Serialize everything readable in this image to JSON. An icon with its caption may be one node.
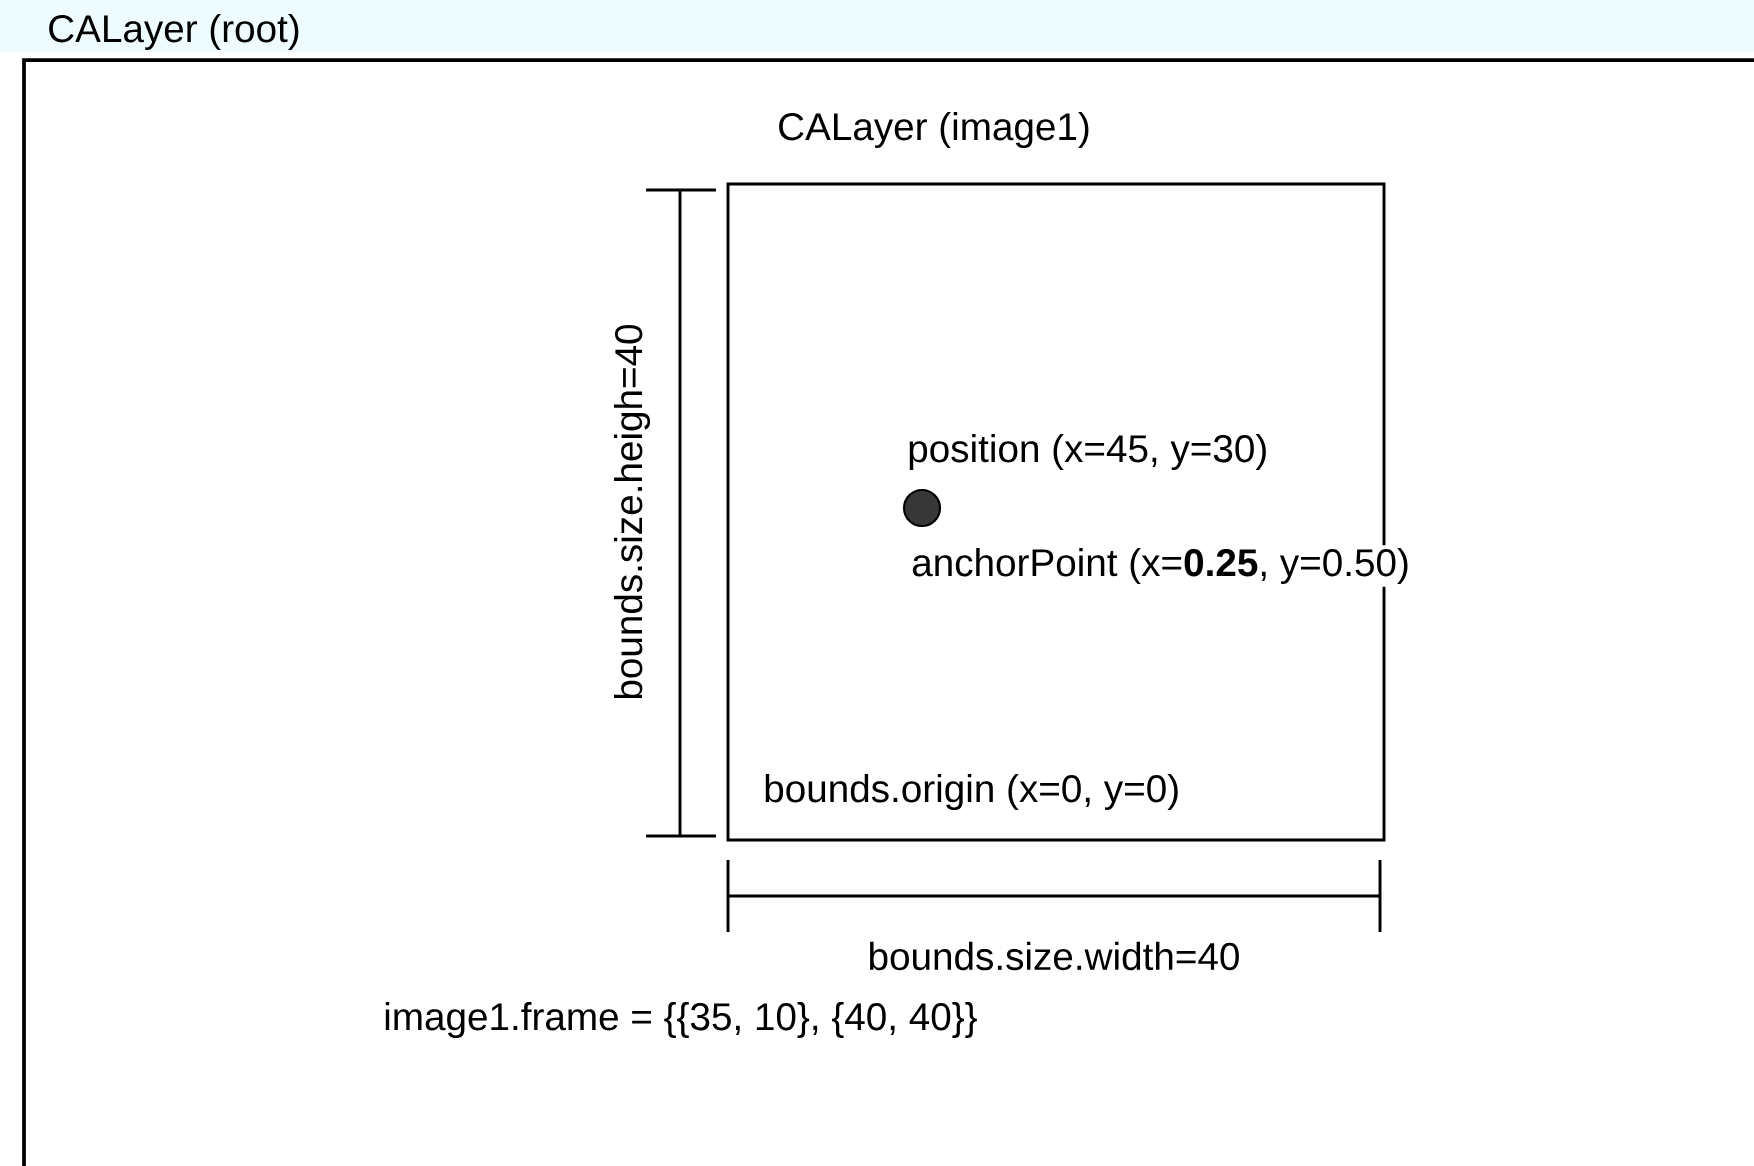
{
  "diagram": {
    "nodes": [
      {
        "text": [
          "CALayer (root)"
        ]
      },
      {
        "text": [
          "CALayer (image1)",
          "bounds.origin (x=0, y=0)"
        ],
        "in": 0
      }
    ],
    "labels": [
      "position (x=45, y=30)",
      "anchorPoint (x=**0.25**, y=0.50)",
      "bounds.size.heigh=40",
      "bounds.size.width=40",
      "image1.frame = {{35, 10}, {40, 40}}"
    ]
  }
}
